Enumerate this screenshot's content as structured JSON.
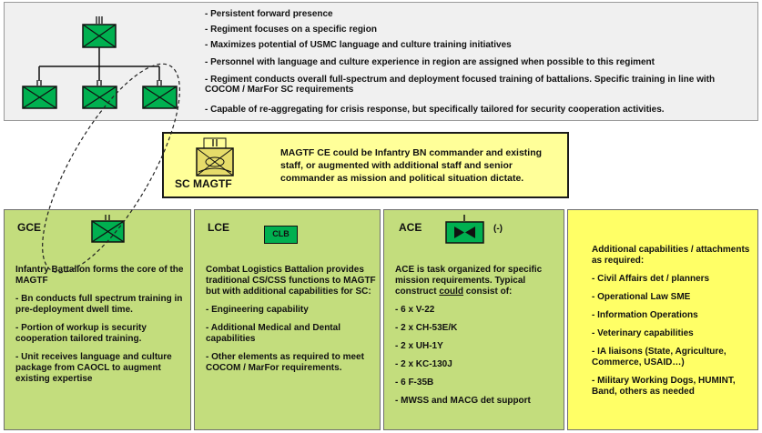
{
  "top_bullets": [
    "- Persistent forward presence",
    "- Regiment focuses on a specific region",
    "- Maximizes potential of USMC language and culture training initiatives",
    "- Personnel with language and culture experience in region are assigned when possible to this regiment",
    "- Regiment conducts overall full-spectrum and deployment focused training of battalions. Specific training in line with COCOM / MarFor SC requirements",
    "- Capable of re-aggregating for crisis response, but specifically tailored for security cooperation activities."
  ],
  "sc_magtf": {
    "label": "SC MAGTF",
    "text": "MAGTF CE could be Infantry BN commander and existing staff, or augmented with additional staff and senior commander as mission and political situation dictate."
  },
  "gce": {
    "title": "GCE",
    "paras": [
      "Infantry Battalion forms the core of the MAGTF",
      "- Bn conducts full spectrum training in pre-deployment dwell time.",
      "- Portion of workup is security cooperation tailored training.",
      "- Unit receives language and culture package from CAOCL to augment existing expertise"
    ]
  },
  "lce": {
    "title": "LCE",
    "symbol_label": "CLB",
    "paras": [
      "Combat Logistics Battalion provides traditional CS/CSS functions to MAGTF but with additional capabilities for SC:",
      "- Engineering capability",
      "- Additional Medical and Dental capabilities",
      "- Other elements as required to meet COCOM / MarFor requirements."
    ]
  },
  "ace": {
    "title": "ACE",
    "suffix": "(-)",
    "intro_a": "ACE is task organized for specific mission requirements. Typical construct ",
    "intro_u": "could",
    "intro_b": " consist of:",
    "items": [
      "- 6 x V-22",
      "- 2 x CH-53E/K",
      "- 2 x UH-1Y",
      "- 2 x KC-130J",
      "- 6 F-35B",
      "- MWSS and MACG det  support"
    ]
  },
  "additional": {
    "heading": "Additional capabilities / attachments as required:",
    "items": [
      "- Civil Affairs det / planners",
      "- Operational Law SME",
      "- Information Operations",
      "- Veterinary capabilities",
      "- IA liaisons (State, Agriculture, Commerce, USAID…)",
      "- Military Working Dogs, HUMINT, Band, others as needed"
    ]
  },
  "colors": {
    "unit_green": "#00b050",
    "panel_green": "#c3dd7d",
    "panel_yellow": "#ffff66",
    "sc_yellow": "#ffff99"
  }
}
